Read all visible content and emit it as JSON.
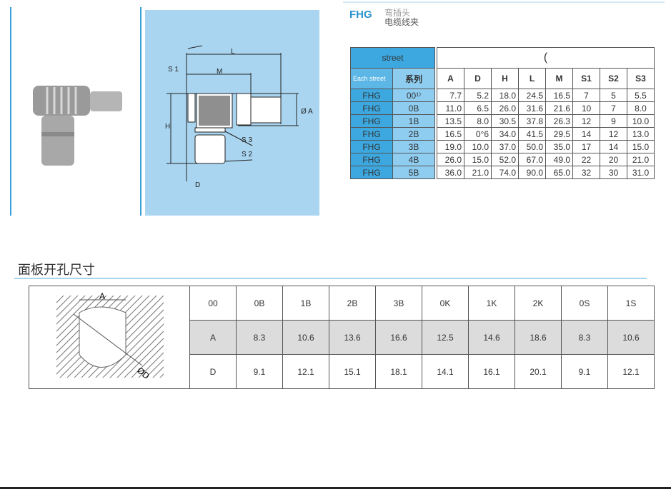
{
  "product": {
    "code": "FHG",
    "subtitle_line1": "弯插头",
    "subtitle_line2": "电缆线夹"
  },
  "diagram": {
    "labels": [
      "L",
      "M",
      "S 1",
      "S 3",
      "S 2",
      "D",
      "H",
      "Ø A"
    ]
  },
  "spec_table": {
    "header_top": "street",
    "header_top_right": "(",
    "header_left": "Each street",
    "header_series": "系列",
    "columns": [
      "A",
      "D",
      "H",
      "L",
      "M",
      "S1",
      "S2",
      "S3"
    ],
    "rows": [
      {
        "prefix": "FHG",
        "series": "00¹⁾",
        "values": [
          "7.7",
          "5.2",
          "18.0",
          "24.5",
          "16.5",
          "7",
          "5",
          "5.5"
        ]
      },
      {
        "prefix": "FHG",
        "series": "0B",
        "values": [
          "11.0",
          "6.5",
          "26.0",
          "31.6",
          "21.6",
          "10",
          "7",
          "8.0"
        ]
      },
      {
        "prefix": "FHG",
        "series": "1B",
        "values": [
          "13.5",
          "8.0",
          "30.5",
          "37.8",
          "26.3",
          "12",
          "9",
          "10.0"
        ]
      },
      {
        "prefix": "FHG",
        "series": "2B",
        "values": [
          "16.5",
          "0°6",
          "34.0",
          "41.5",
          "29.5",
          "14",
          "12",
          "13.0"
        ]
      },
      {
        "prefix": "FHG",
        "series": "3B",
        "values": [
          "19.0",
          "10.0",
          "37.0",
          "50.0",
          "35.0",
          "17",
          "14",
          "15.0"
        ]
      },
      {
        "prefix": "FHG",
        "series": "4B",
        "values": [
          "26.0",
          "15.0",
          "52.0",
          "67.0",
          "49.0",
          "22",
          "20",
          "21.0"
        ]
      },
      {
        "prefix": "FHG",
        "series": "5B",
        "values": [
          "36.0",
          "21.0",
          "74.0",
          "90.0",
          "65.0",
          "32",
          "30",
          "31.0"
        ]
      }
    ]
  },
  "panel_cutout": {
    "title": "面板开孔尺寸",
    "diagram_labels": [
      "A",
      "ØD"
    ],
    "header": [
      "00",
      "0B",
      "1B",
      "2B",
      "3B",
      "0K",
      "1K",
      "2K",
      "0S",
      "1S"
    ],
    "row_a": [
      "A",
      "8.3",
      "10.6",
      "13.6",
      "16.6",
      "12.5",
      "14.6",
      "18.6",
      "8.3",
      "10.6"
    ],
    "row_d": [
      "D",
      "9.1",
      "12.1",
      "15.1",
      "18.1",
      "14.1",
      "16.1",
      "20.1",
      "9.1",
      "12.1"
    ]
  }
}
